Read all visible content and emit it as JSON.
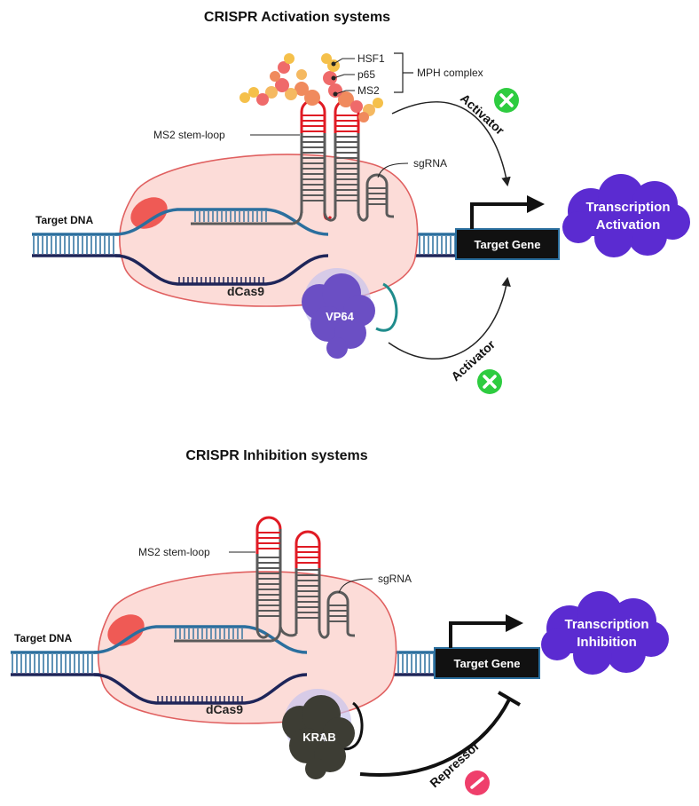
{
  "activation": {
    "title": "CRISPR Activation systems",
    "hsf1": "HSF1",
    "p65": "p65",
    "ms2": "MS2",
    "mph_complex": "MPH complex",
    "ms2_stem_loop": "MS2 stem-loop",
    "sgrna": "sgRNA",
    "target_dna": "Target DNA",
    "dcas9": "dCas9",
    "vp64": "VP64",
    "target_gene": "Target Gene",
    "activator_top": "Activator",
    "activator_bottom": "Activator",
    "outcome_line1": "Transcription",
    "outcome_line2": "Activation"
  },
  "inhibition": {
    "title": "CRISPR Inhibition systems",
    "ms2_stem_loop": "MS2 stem-loop",
    "sgrna": "sgRNA",
    "target_dna": "Target DNA",
    "dcas9": "dCas9",
    "krab": "KRAB",
    "target_gene": "Target Gene",
    "repressor": "Repressor",
    "outcome_line1": "Transcription",
    "outcome_line2": "Inhibition"
  },
  "colors": {
    "dcas9_fill": "#fcdcd8",
    "dcas9_stroke": "#e06060",
    "dna_blue": "#2b6f9e",
    "dna_navy": "#1e2559",
    "stem_red": "#e01b24",
    "stem_gray": "#5a5a5a",
    "cloud_purple": "#5b2bd1",
    "vp64_purple": "#6b4fc4",
    "krab_dark": "#3d3d34",
    "green_badge": "#2ecc40",
    "pink_badge": "#ef3f6b"
  },
  "icons": {
    "activator_badge": "x-circle-icon",
    "repressor_badge": "minus-circle-icon"
  }
}
